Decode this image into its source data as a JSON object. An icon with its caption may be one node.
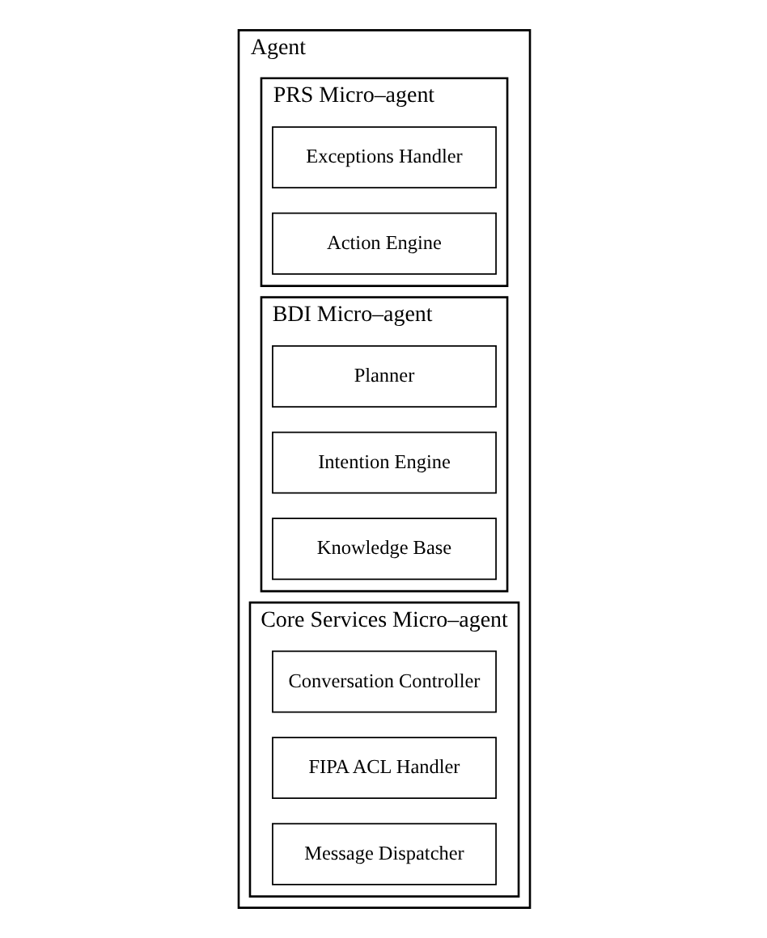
{
  "diagram": {
    "nodes": [
      {
        "text": [
          "Agent"
        ]
      },
      {
        "text": [
          "PRS Micro–agent"
        ],
        "in": 0
      },
      {
        "text": [
          "Exceptions Handler"
        ],
        "in": 1
      },
      {
        "text": [
          "Action Engine"
        ],
        "in": 1
      },
      {
        "text": [
          "BDI Micro–agent"
        ],
        "in": 0
      },
      {
        "text": [
          "Planner"
        ],
        "in": 4
      },
      {
        "text": [
          "Intention Engine"
        ],
        "in": 4
      },
      {
        "text": [
          "Knowledge Base"
        ],
        "in": 4
      },
      {
        "text": [
          "Core Services Micro–agent"
        ],
        "in": 0
      },
      {
        "text": [
          "Conversation Controller"
        ],
        "in": 8
      },
      {
        "text": [
          "FIPA ACL Handler"
        ],
        "in": 8
      },
      {
        "text": [
          "Message Dispatcher"
        ],
        "in": 8
      }
    ],
    "edges": []
  }
}
